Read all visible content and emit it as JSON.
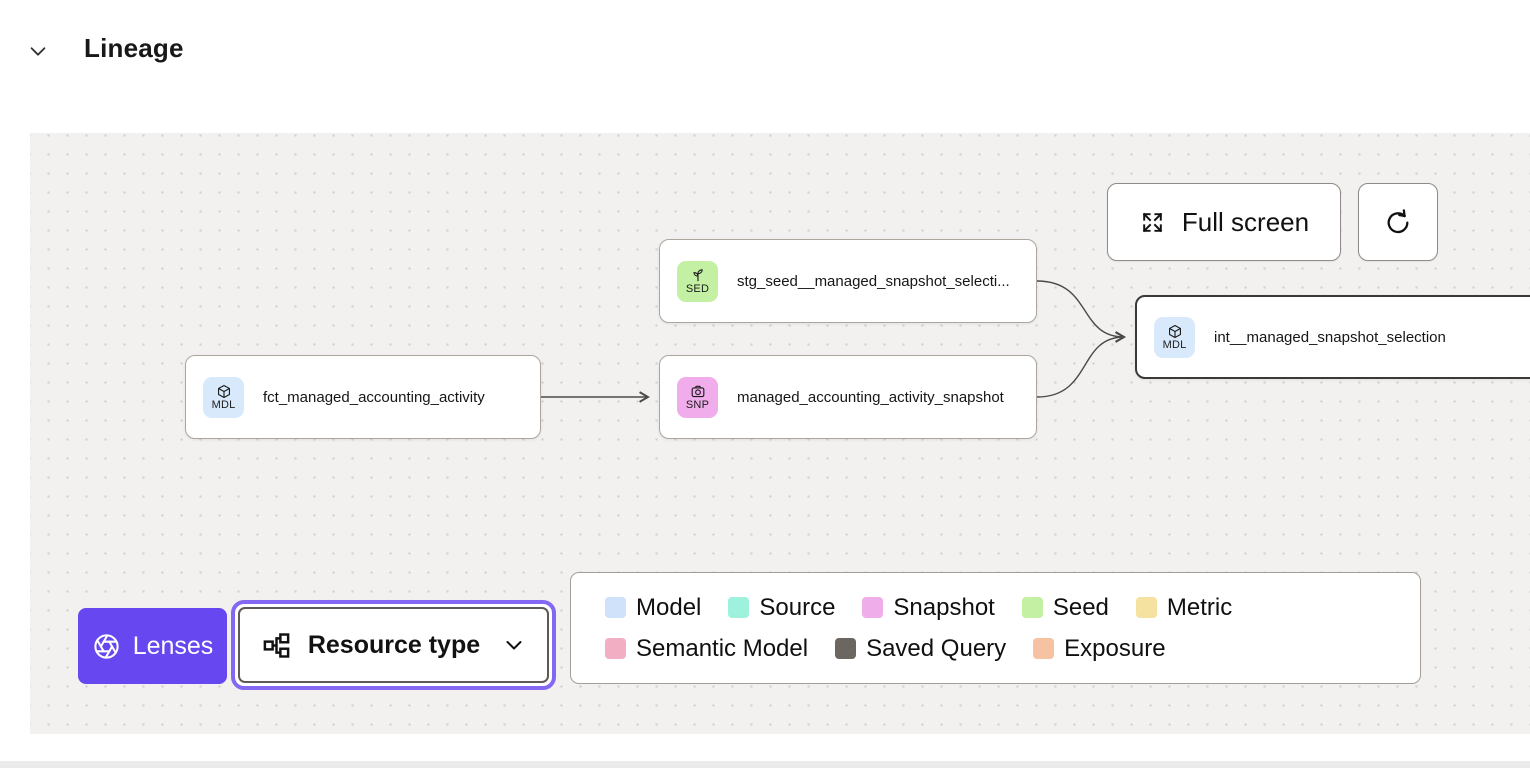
{
  "header": {
    "title": "Lineage"
  },
  "canvas": {
    "toolbar": {
      "full_screen": "Full screen"
    },
    "nodes": [
      {
        "badge": "SED",
        "label": "stg_seed__managed_snapshot_selecti...",
        "type": "seed"
      },
      {
        "badge": "MDL",
        "label": "fct_managed_accounting_activity",
        "type": "model"
      },
      {
        "badge": "SNP",
        "label": "managed_accounting_activity_snapshot",
        "type": "snapshot"
      },
      {
        "badge": "MDL",
        "label": "int__managed_snapshot_selection",
        "type": "model",
        "selected": true
      }
    ],
    "controls": {
      "lenses": "Lenses",
      "resource_type": "Resource type"
    },
    "legend": [
      {
        "label": "Model",
        "color": "#cfe2fa"
      },
      {
        "label": "Source",
        "color": "#9df1dd"
      },
      {
        "label": "Snapshot",
        "color": "#efaeea"
      },
      {
        "label": "Seed",
        "color": "#c3f0a2"
      },
      {
        "label": "Metric",
        "color": "#f6e2a0"
      },
      {
        "label": "Semantic Model",
        "color": "#f2aec3"
      },
      {
        "label": "Saved Query",
        "color": "#6b6660"
      },
      {
        "label": "Exposure",
        "color": "#f5c3a1"
      }
    ]
  },
  "colors": {
    "accent_purple": "#6748f0",
    "badge_model_bg": "#d9e9fc",
    "badge_seed_bg": "#c3f0a2",
    "badge_snapshot_bg": "#f0aceb",
    "canvas_bg": "#f2f1f0",
    "selected_node_border": "#3a3a3a"
  }
}
